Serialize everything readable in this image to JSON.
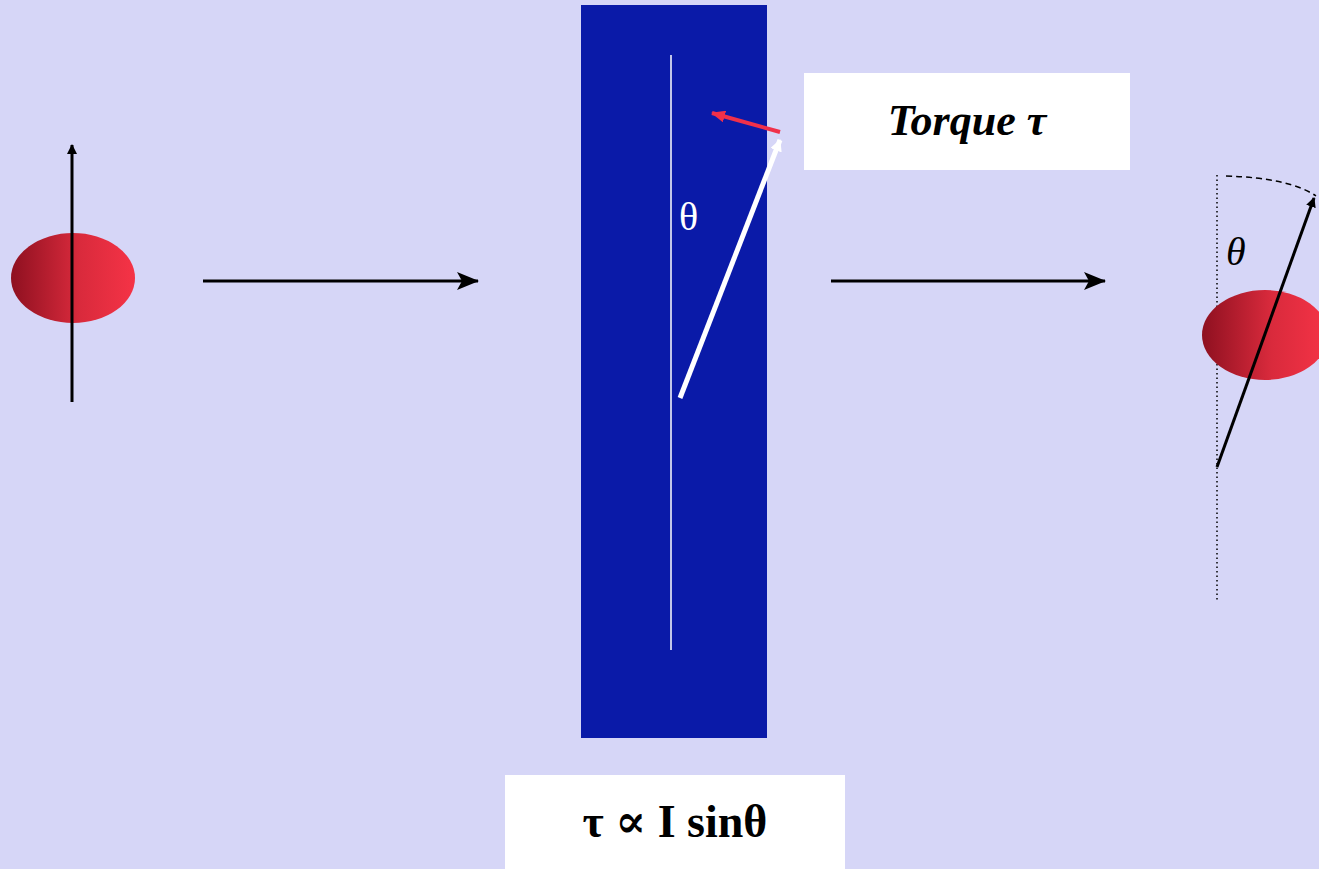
{
  "diagram": {
    "nodes": [
      {
        "text": [
          "θ"
        ]
      },
      {
        "text": [
          "Torque τ"
        ]
      },
      {
        "text": [
          "τ ∝ I sinθ"
        ]
      }
    ],
    "labels": [
      "θ"
    ]
  }
}
